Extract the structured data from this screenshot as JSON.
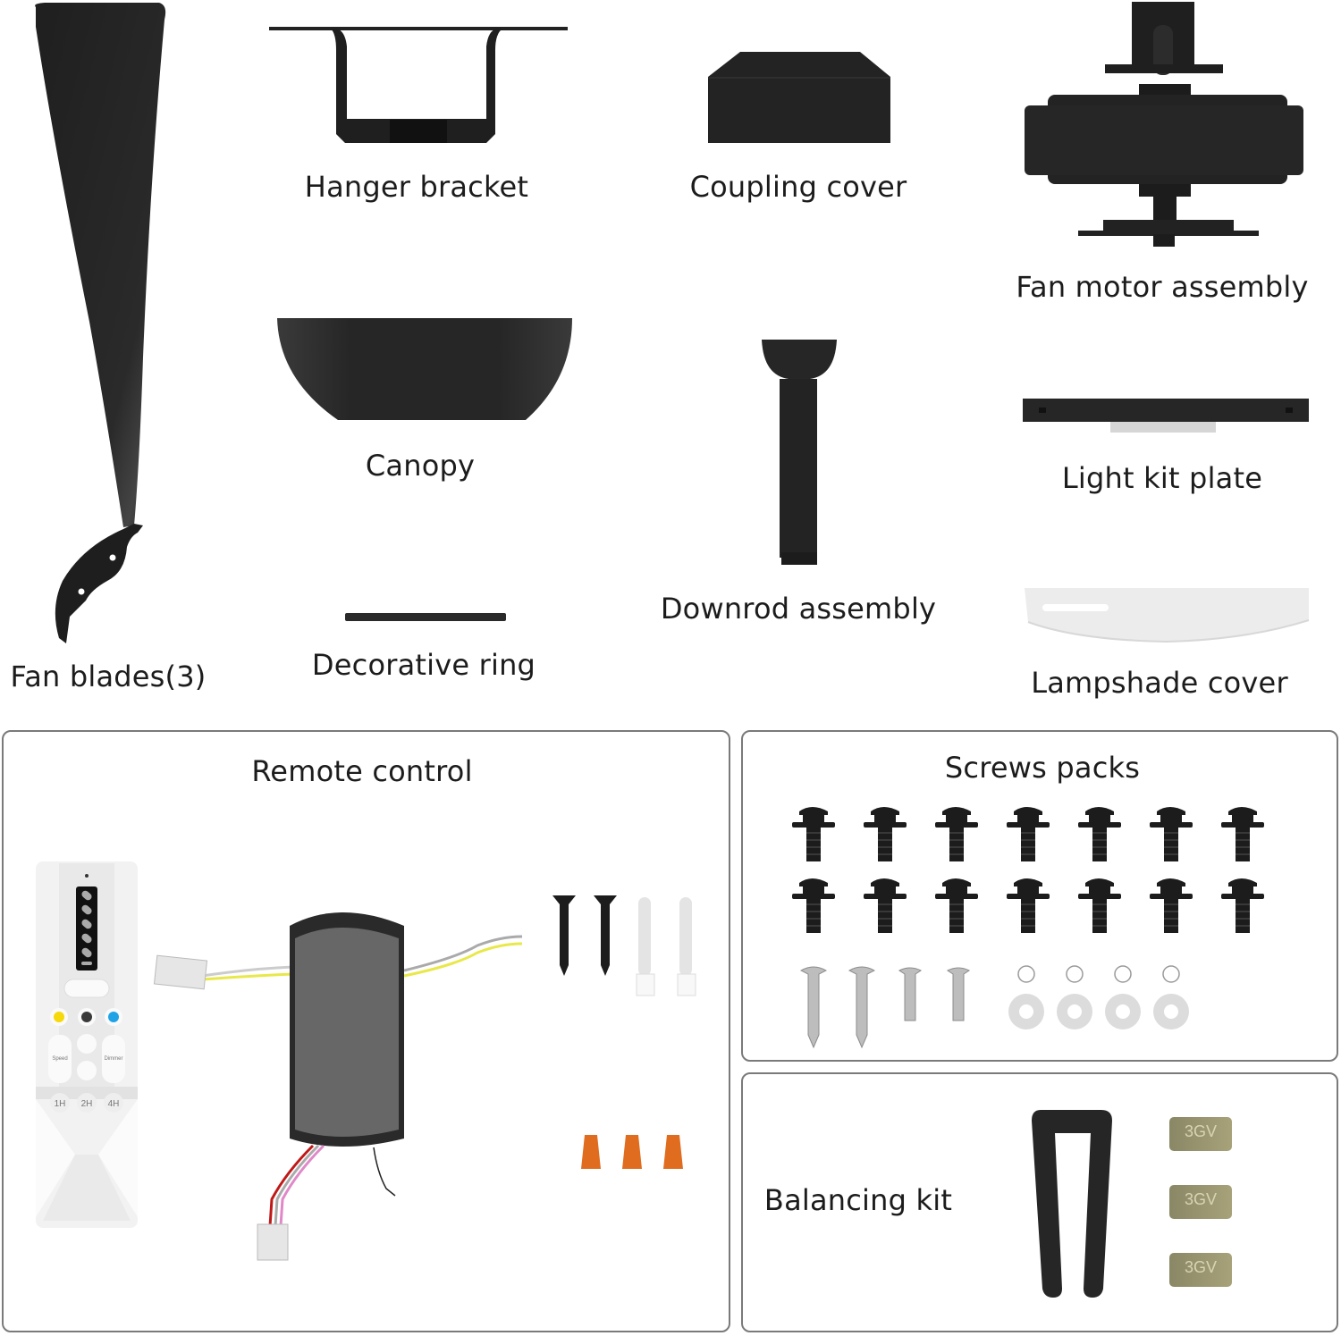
{
  "parts": {
    "fan_blades": {
      "label": "Fan blades(3)",
      "quantity": 3
    },
    "hanger_bracket": {
      "label": "Hanger bracket"
    },
    "coupling_cover": {
      "label": "Coupling cover"
    },
    "fan_motor_assembly": {
      "label": "Fan motor assembly"
    },
    "canopy": {
      "label": "Canopy"
    },
    "downrod_assembly": {
      "label": "Downrod assembly"
    },
    "light_kit_plate": {
      "label": "Light kit plate"
    },
    "decorative_ring": {
      "label": "Decorative ring"
    },
    "lampshade_cover": {
      "label": "Lampshade cover"
    }
  },
  "panels": {
    "remote_control": {
      "title": "Remote control",
      "remote": {
        "buttons": {
          "timer": [
            "1H",
            "2H",
            "4H"
          ],
          "speed_label": "Speed",
          "dimmer_label": "Dimmer",
          "color_dots": [
            "#f5d90a",
            "#3a3a3a",
            "#1fa3e6"
          ]
        }
      },
      "wire_nut_color": "#e06d1f"
    },
    "screws_packs": {
      "title": "Screws packs",
      "black_screw_rows": 2,
      "black_screws_per_row": 7
    },
    "balancing_kit": {
      "title": "Balancing kit",
      "weight_stamp": "3GV",
      "weight_count": 3
    }
  },
  "colors": {
    "part_black": "#222222",
    "panel_border": "#7a7a7a",
    "label_text": "#1c1c1c"
  }
}
